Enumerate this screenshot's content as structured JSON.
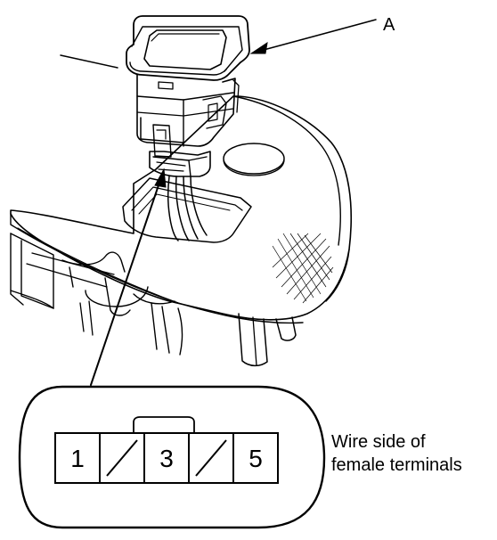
{
  "callout": {
    "letter": "A"
  },
  "connector": {
    "terminals": [
      {
        "label": "1",
        "empty": false
      },
      {
        "label": "",
        "empty": true
      },
      {
        "label": "3",
        "empty": false
      },
      {
        "label": "",
        "empty": true
      },
      {
        "label": "5",
        "empty": false
      }
    ]
  },
  "caption": {
    "line1": "Wire side of",
    "line2": "female terminals"
  }
}
